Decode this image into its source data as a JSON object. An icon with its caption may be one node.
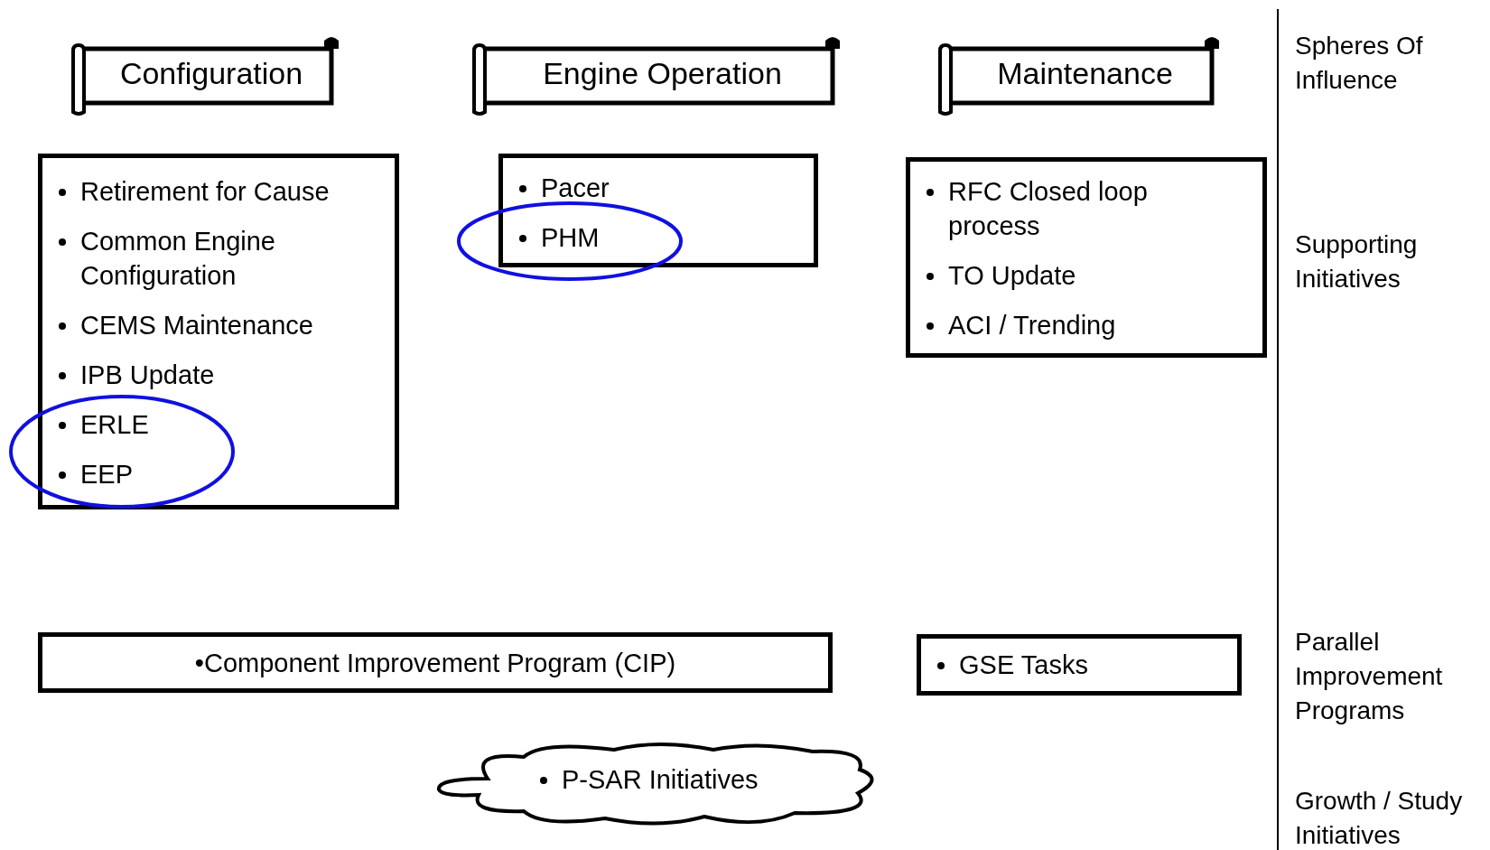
{
  "diagram": {
    "nodes": [
      {
        "text": [
          "Configuration"
        ]
      },
      {
        "text": [
          "Engine Operation"
        ]
      },
      {
        "text": [
          "Maintenance"
        ]
      },
      {
        "text": [
          "Retirement for Cause",
          "Common Engine Configuration",
          "CEMS Maintenance",
          "IPB Update",
          "ERLE",
          "EEP"
        ]
      },
      {
        "text": [
          "Pacer",
          "PHM"
        ]
      },
      {
        "text": [
          "RFC Closed loop process",
          "TO Update",
          "ACI / Trending"
        ]
      },
      {
        "text": [
          "•Component Improvement Program (CIP)"
        ]
      },
      {
        "text": [
          "GSE Tasks"
        ]
      },
      {
        "text": [
          "P-SAR Initiatives"
        ]
      }
    ],
    "edges": [],
    "labels": [
      "Spheres Of Influence",
      "Supporting Initiatives",
      "Parallel Improvement Programs",
      "Growth / Study Initiatives"
    ]
  }
}
